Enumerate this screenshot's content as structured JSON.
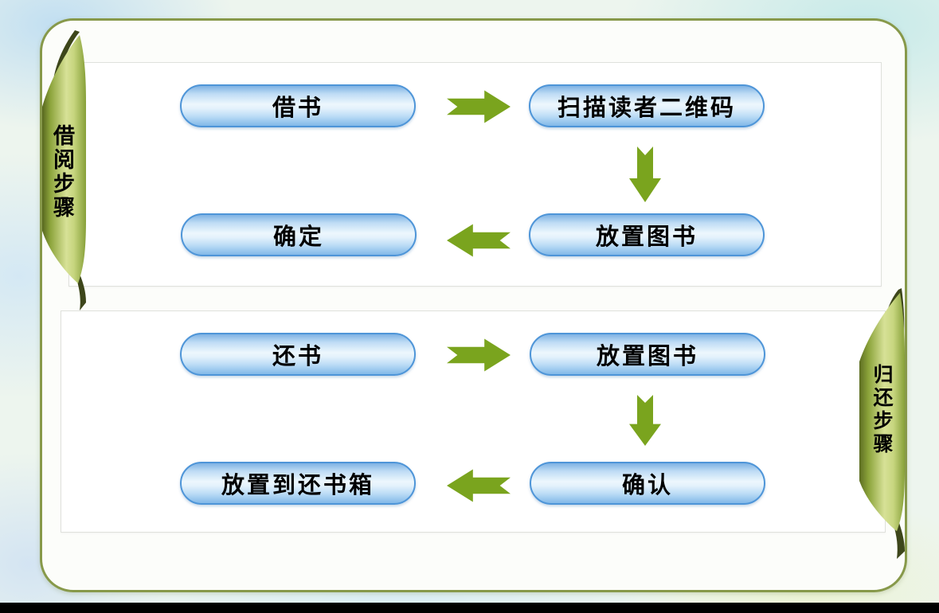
{
  "diagram": {
    "left_ribbon_label": "借阅步骤",
    "right_ribbon_label": "归还步骤",
    "borrow": {
      "step_borrow": "借书",
      "step_scan": "扫描读者二维码",
      "step_place": "放置图书",
      "step_confirm": "确定"
    },
    "return": {
      "step_return": "还书",
      "step_place": "放置图书",
      "step_confirm": "确认",
      "step_box": "放置到还书箱"
    }
  },
  "colors": {
    "arrow_green": "#7aa41e",
    "button_border_blue": "#4e95d8",
    "button_fill_top": "#7fb2e3",
    "button_fill_light": "#edf7fd",
    "button_fill_bottom": "#82b8e8",
    "frame_border_olive": "#87994a",
    "ribbon_dark_edge": "#57671f",
    "ribbon_light": "#d7e197",
    "ribbon_fold": "#3d461a",
    "panel_border": "#dfe1dc",
    "bottom_bar": "#000000"
  }
}
